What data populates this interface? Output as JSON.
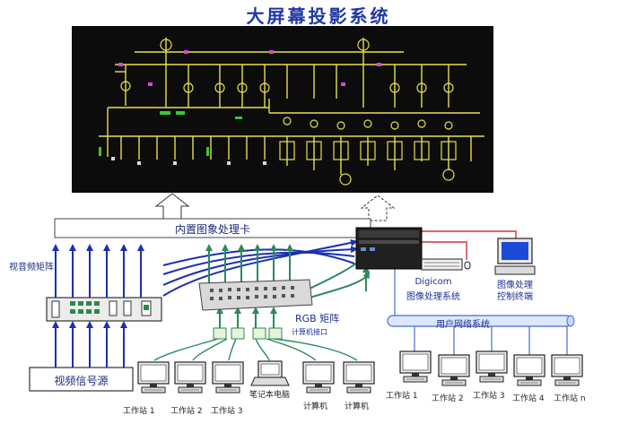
{
  "title": "大屏幕投影系统",
  "labels": {
    "card": "内置图象处理卡",
    "av_matrix": "视音频矩阵",
    "video_source": "视频信号源",
    "rgb_matrix": "RGB 矩阵",
    "pc_interface": "计算机接口",
    "digicom_line1": "Digicom",
    "digicom_line2": "图像处理系统",
    "ctrl_line1": "图像处理",
    "ctrl_line2": "控制终端",
    "network": "用户网络系统",
    "laptop": "笔记本电脑",
    "computer": "计算机"
  },
  "left_workstations": [
    "工作站 1",
    "工作站 2",
    "工作站 3"
  ],
  "right_workstations": [
    "工作站 1",
    "工作站 2",
    "工作站 3",
    "工作站 4",
    "工作站 n"
  ],
  "colors": {
    "title": "#2038a8",
    "arrow_blue": "#1a2fb0",
    "arrow_green": "#2c8a5a",
    "line_red": "#d83030",
    "screen_bg": "#0c0c0c",
    "schematic": "#e8e04a"
  },
  "icons": [
    "screen-icon",
    "workstation-icon",
    "laptop-icon",
    "computer-icon",
    "server-icon",
    "keyboard-icon",
    "network-pipe-icon"
  ]
}
